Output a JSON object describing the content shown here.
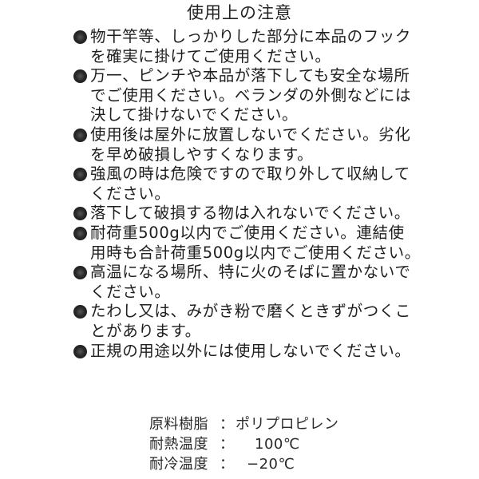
{
  "title": "使用上の注意",
  "notes": [
    {
      "lines": [
        "物干竿等、しっかりした部分に本品のフック",
        "を確実に掛けてご使用ください。"
      ]
    },
    {
      "lines": [
        "万一、ピンチや本品が落下しても安全な場所",
        "でご使用ください。ベランダの外側などには",
        "決して掛けないでください。"
      ]
    },
    {
      "lines": [
        "使用後は屋外に放置しないでください。劣化",
        "を早め破損しやすくなります。"
      ]
    },
    {
      "lines": [
        "強風の時は危険ですので取り外して収納して",
        "ください。"
      ]
    },
    {
      "lines": [
        "落下して破損する物は入れないでください。"
      ]
    },
    {
      "lines": [
        "耐荷重500g以内でご使用ください。連結使",
        "用時も合計荷重500g以内でご使用ください。"
      ]
    },
    {
      "lines": [
        "高温になる場所、特に火のそばに置かないで",
        "ください。"
      ]
    },
    {
      "lines": [
        "たわし又は、みがき粉で磨くときずがつくこ",
        "とがあります。"
      ]
    },
    {
      "lines": [
        "正規の用途以外には使用しないでください。"
      ]
    }
  ],
  "bullet_icon": "filled-circle",
  "specs": [
    {
      "label": "原料樹脂",
      "separator": "：",
      "value": "ポリプロピレン"
    },
    {
      "label": "耐熱温度",
      "separator": "：",
      "value": "100℃"
    },
    {
      "label": "耐冷温度",
      "separator": "：",
      "value": "−20℃"
    }
  ]
}
